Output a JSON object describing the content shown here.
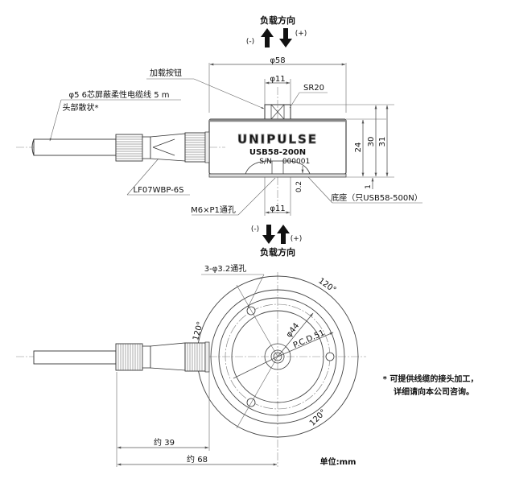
{
  "drawing": {
    "title": "USB58 load cell outline drawing",
    "load_direction_top": {
      "label": "负载方向",
      "minus": "(-)",
      "plus": "(+)"
    },
    "load_direction_middle": {
      "label": "负载方向",
      "minus": "(-)",
      "plus": "(+)"
    },
    "side_view": {
      "dim_outer_diameter": "φ58",
      "dim_button_diameter": "φ11",
      "dim_bottom_hole_diameter": "φ11",
      "dim_sr": "SR20",
      "dim_height_24": "24",
      "dim_height_30": "30",
      "dim_height_31": "31",
      "dim_base_1": "1",
      "dim_gap_02": "0.2",
      "label_load_button": "加载按钮",
      "label_cable": "φ5 6芯屏蔽柔性电缆线 5 m",
      "label_cable_end": "头部散状*",
      "label_connector": "LF07WBP-6S",
      "label_thread": "M6×P1通孔",
      "label_base": "底座（只USB58-500N）",
      "brand": "UNIPULSE",
      "model": "USB58-200N",
      "serial_label": "S/N",
      "serial_value": "000001"
    },
    "top_view": {
      "label_holes": "3-φ3.2通孔",
      "dim_inner_diameter": "φ44",
      "dim_pcd": "P.C.D.51",
      "angle_1": "120°",
      "angle_2": "120°",
      "angle_3": "120°",
      "dim_approx_39": "约 39",
      "dim_approx_68": "约 68"
    },
    "note_line1": "* 可提供线缆的接头加工，",
    "note_line2": "详细请向本公司咨询。",
    "unit_label": "单位:mm"
  }
}
